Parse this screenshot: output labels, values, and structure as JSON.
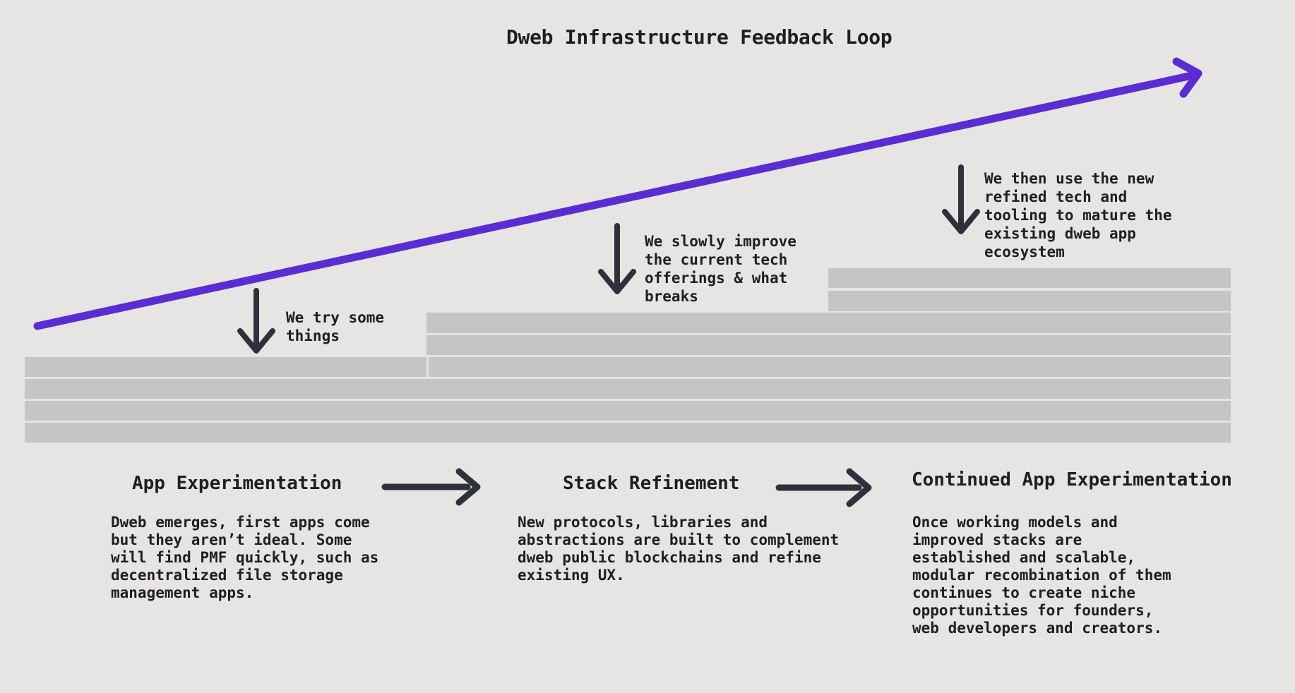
{
  "title": "Dweb Infrastructure Feedback Loop",
  "colors": {
    "background": "#e6e5e3",
    "bar": "#c6c5c3",
    "purple_arrow": "#5a2cd1",
    "dark_arrow": "#2e313a",
    "ink": "#1d1f24"
  },
  "annotations": [
    {
      "label": "We try some\nthings"
    },
    {
      "label": "We slowly improve\nthe current tech\nofferings & what\nbreaks"
    },
    {
      "label": "We then use the new\nrefined tech and\ntooling to mature the\nexisting dweb app\necosystem"
    }
  ],
  "stages": [
    {
      "heading": "App Experimentation",
      "description": "Dweb emerges, first apps come\nbut they aren’t ideal. Some\nwill find PMF quickly, such as\ndecentralized file storage\nmanagement apps."
    },
    {
      "heading": "Stack Refinement",
      "description": "New protocols, libraries and\nabstractions are built to complement\ndweb public blockchains and refine\nexisting UX."
    },
    {
      "heading": "Continued App Experimentation",
      "description": "Once working models and\nimproved stacks are\nestablished and scalable,\nmodular recombination of them\ncontinues to create niche\nopportunities for founders,\nweb developers and creators."
    }
  ]
}
